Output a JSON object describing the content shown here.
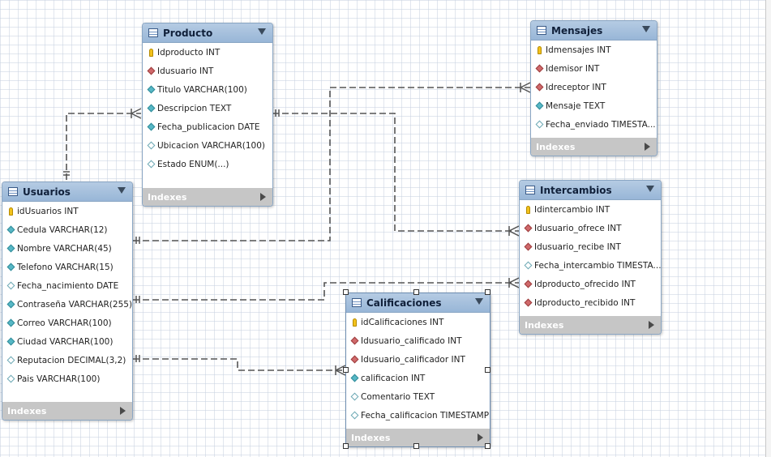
{
  "tables": {
    "producto": {
      "name": "Producto",
      "columns": [
        {
          "text": "Idproducto INT",
          "icon": "key"
        },
        {
          "text": "Idusuario INT",
          "icon": "fk"
        },
        {
          "text": "Titulo VARCHAR(100)",
          "icon": "nn"
        },
        {
          "text": "Descripcion TEXT",
          "icon": "nn"
        },
        {
          "text": "Fecha_publicacion DATE",
          "icon": "nn"
        },
        {
          "text": "Ubicacion VARCHAR(100)",
          "icon": "opt"
        },
        {
          "text": "Estado ENUM(...)",
          "icon": "opt"
        }
      ],
      "footer": "Indexes"
    },
    "mensajes": {
      "name": "Mensajes",
      "columns": [
        {
          "text": "Idmensajes INT",
          "icon": "key"
        },
        {
          "text": "Idemisor INT",
          "icon": "fk"
        },
        {
          "text": "Idreceptor INT",
          "icon": "fk"
        },
        {
          "text": "Mensaje TEXT",
          "icon": "nn"
        },
        {
          "text": "Fecha_enviado TIMESTA...",
          "icon": "opt"
        }
      ],
      "footer": "Indexes"
    },
    "usuarios": {
      "name": "Usuarios",
      "columns": [
        {
          "text": "idUsuarios INT",
          "icon": "key"
        },
        {
          "text": "Cedula VARCHAR(12)",
          "icon": "nn"
        },
        {
          "text": "Nombre VARCHAR(45)",
          "icon": "nn"
        },
        {
          "text": "Telefono VARCHAR(15)",
          "icon": "nn"
        },
        {
          "text": "Fecha_nacimiento DATE",
          "icon": "opt"
        },
        {
          "text": "Contraseña VARCHAR(255)",
          "icon": "nn"
        },
        {
          "text": "Correo VARCHAR(100)",
          "icon": "nn"
        },
        {
          "text": "Ciudad VARCHAR(100)",
          "icon": "nn"
        },
        {
          "text": "Reputacion DECIMAL(3,2)",
          "icon": "opt"
        },
        {
          "text": "Pais VARCHAR(100)",
          "icon": "opt"
        }
      ],
      "footer": "Indexes"
    },
    "intercambios": {
      "name": "Intercambios",
      "columns": [
        {
          "text": "Idintercambio INT",
          "icon": "key"
        },
        {
          "text": "Idusuario_ofrece INT",
          "icon": "fk"
        },
        {
          "text": "Idusuario_recibe INT",
          "icon": "fk"
        },
        {
          "text": "Fecha_intercambio TIMESTA...",
          "icon": "opt"
        },
        {
          "text": "Idproducto_ofrecido INT",
          "icon": "fk"
        },
        {
          "text": "Idproducto_recibido INT",
          "icon": "fk"
        }
      ],
      "footer": "Indexes"
    },
    "calificaciones": {
      "name": "Calificaciones",
      "columns": [
        {
          "text": "idCalificaciones INT",
          "icon": "key"
        },
        {
          "text": "Idusuario_calificado INT",
          "icon": "fk"
        },
        {
          "text": "Idusuario_calificador INT",
          "icon": "fk"
        },
        {
          "text": "calificacion INT",
          "icon": "nn"
        },
        {
          "text": "Comentario TEXT",
          "icon": "opt"
        },
        {
          "text": "Fecha_calificacion TIMESTAMP",
          "icon": "opt"
        }
      ],
      "footer": "Indexes"
    }
  },
  "colors": {
    "header": "#98b6d7",
    "footer": "#c6c6c6",
    "relationship": "#555555"
  }
}
